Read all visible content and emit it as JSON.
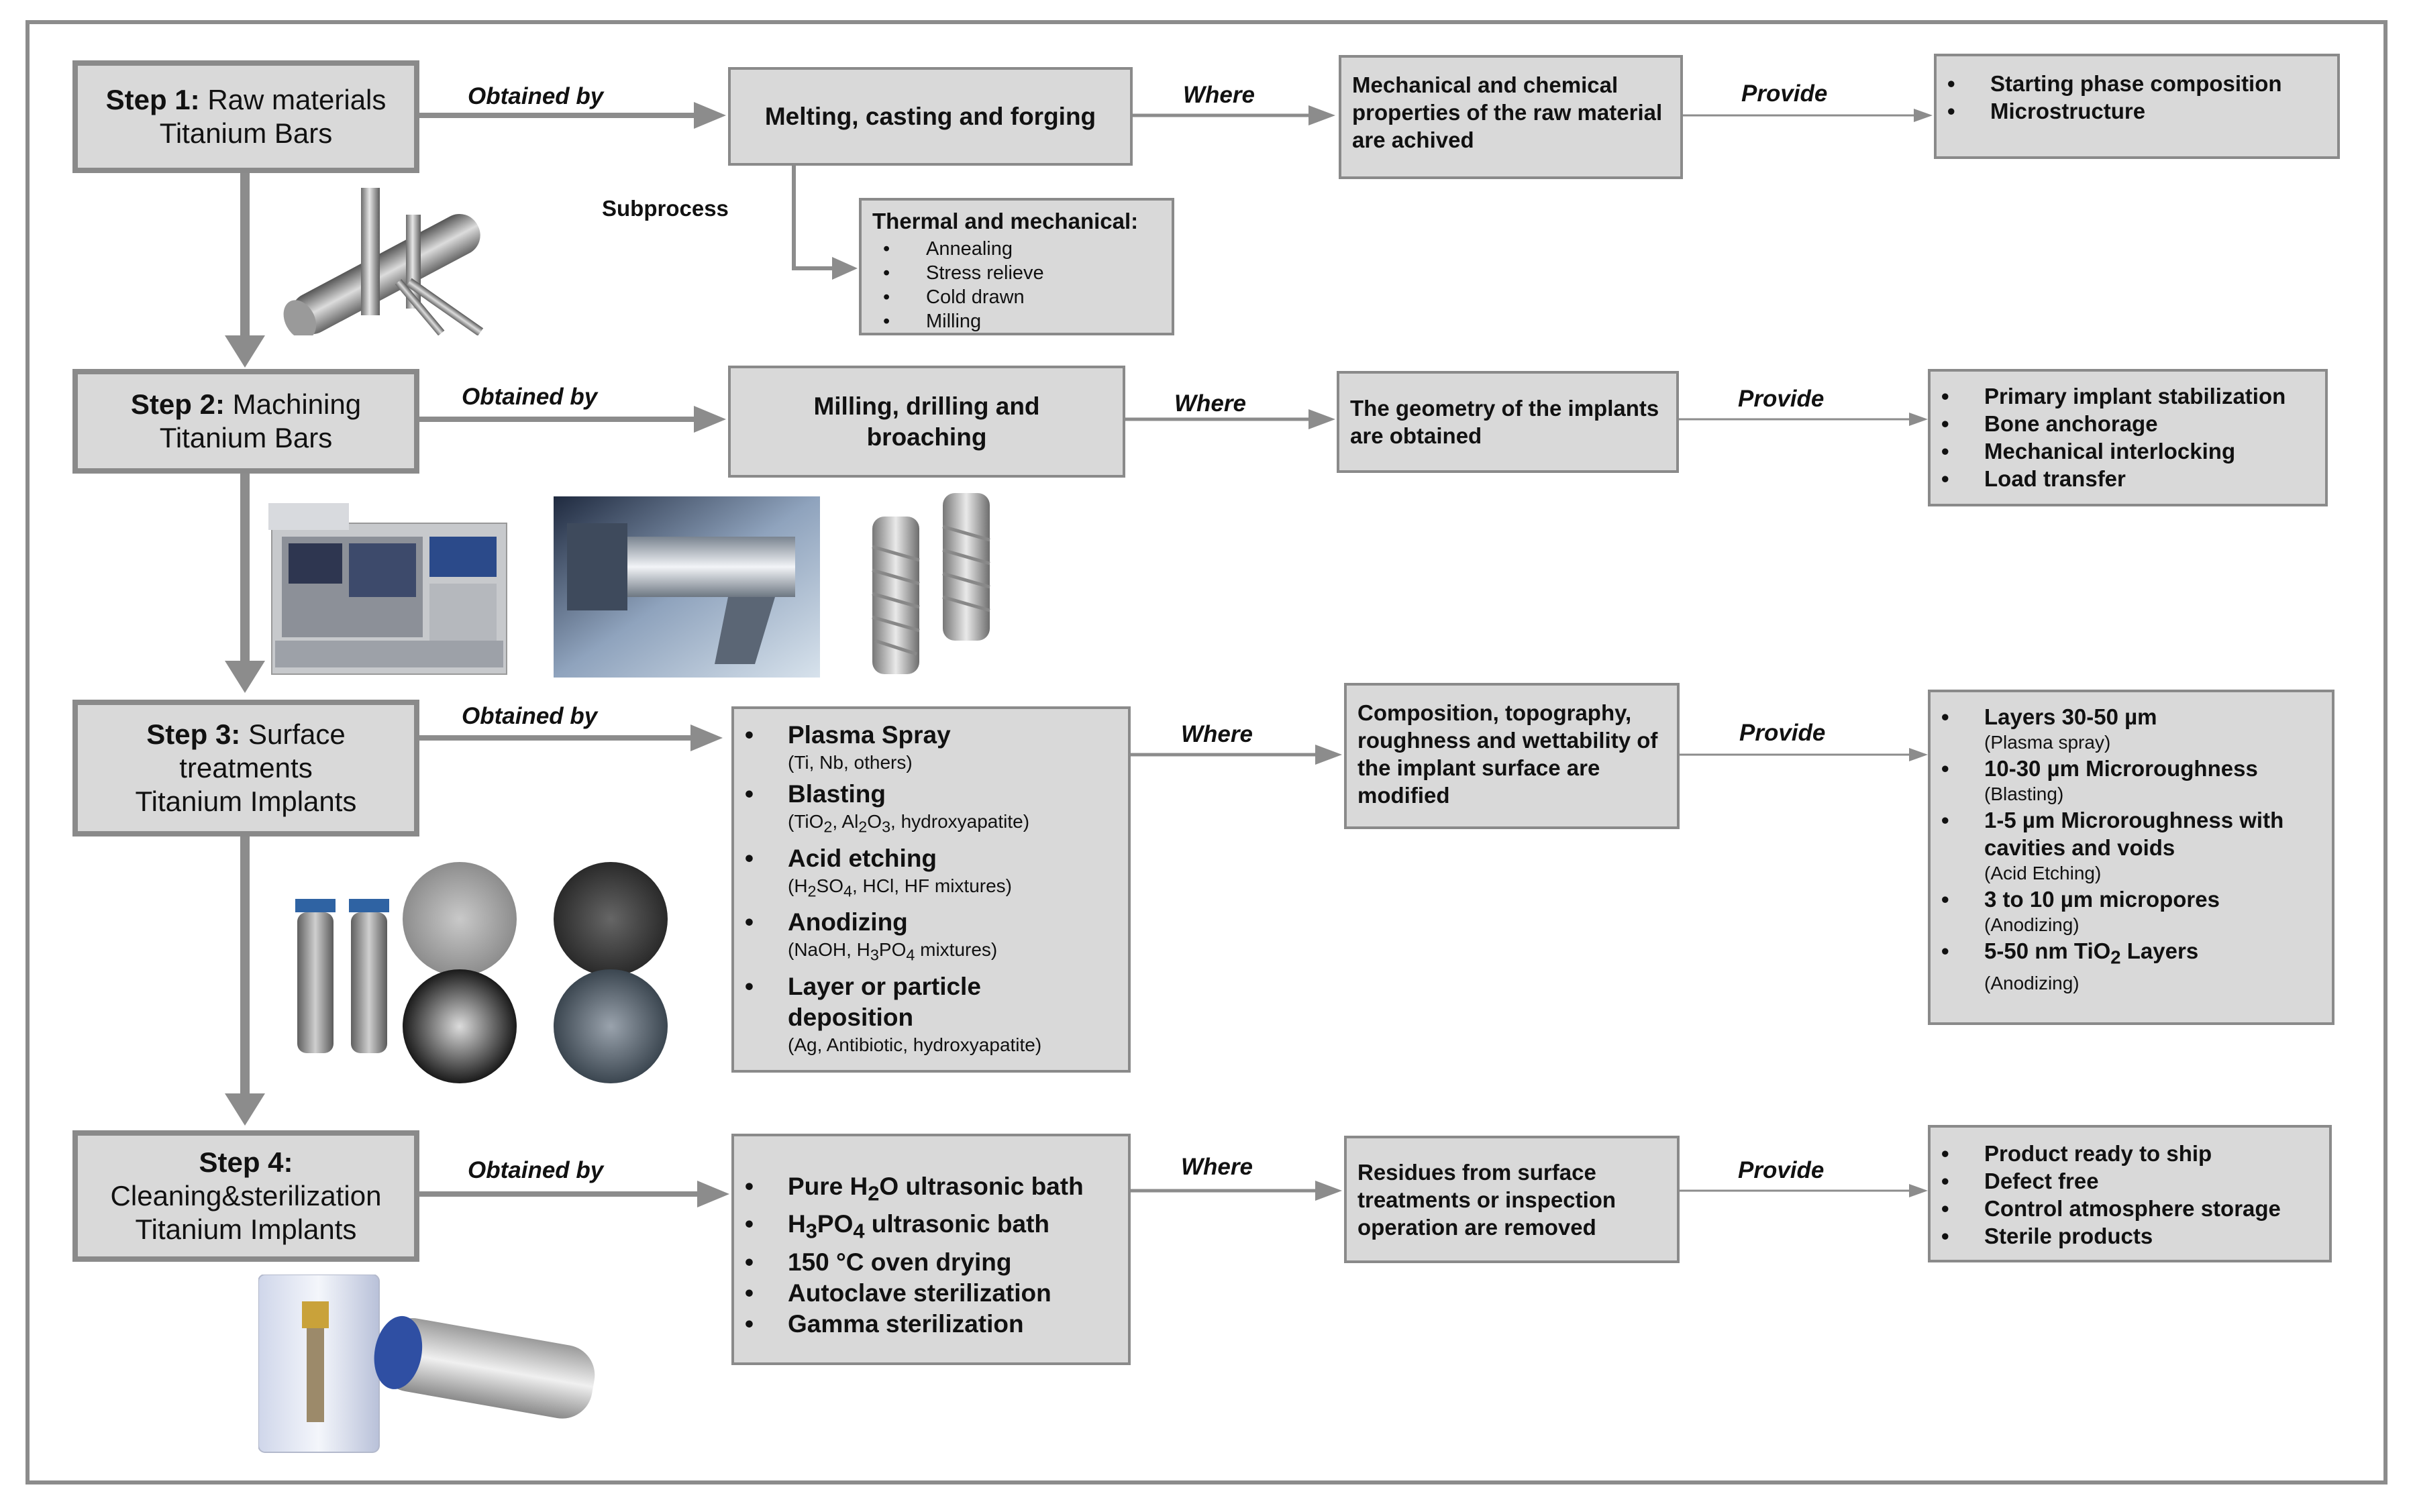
{
  "steps": [
    {
      "label": "Step 1:",
      "text": "Raw materials",
      "product": "Titanium Bars"
    },
    {
      "label": "Step 2:",
      "text": "Machining",
      "product": "Titanium Bars"
    },
    {
      "label": "Step 3:",
      "text": "Surface treatments",
      "product": "Titanium Implants"
    },
    {
      "label": "Step 4:",
      "text": "Cleaning&sterilization",
      "product": "Titanium Implants"
    }
  ],
  "connectors": {
    "obtained_by": "Obtained by",
    "where": "Where",
    "provide": "Provide",
    "subprocess": "Subprocess"
  },
  "step1": {
    "process": "Melting, casting and forging",
    "result": "Mechanical and chemical properties of the raw material are achived",
    "provides": [
      "Starting phase composition",
      "Microstructure"
    ],
    "subprocess": {
      "title": "Thermal and mechanical:",
      "items": [
        "Annealing",
        "Stress relieve",
        "Cold drawn",
        "Milling"
      ]
    }
  },
  "step2": {
    "process": "Milling, drilling and broaching",
    "result": "The geometry of the implants are obtained",
    "provides": [
      "Primary implant stabilization",
      "Bone anchorage",
      "Mechanical interlocking",
      "Load transfer"
    ]
  },
  "step3": {
    "processes": [
      {
        "name": "Plasma Spray",
        "detail": "(Ti, Nb, others)"
      },
      {
        "name": "Blasting",
        "detail": "(TiO2, Al2O3, hydroxyapatite)"
      },
      {
        "name": "Acid etching",
        "detail": "(H2SO4, HCl, HF mixtures)"
      },
      {
        "name": "Anodizing",
        "detail": "(NaOH, H3PO4 mixtures)"
      },
      {
        "name": "Layer or particle deposition",
        "detail": "(Ag, Antibiotic, hydroxyapatite)"
      }
    ],
    "result": "Composition, topography, roughness and wettability of the implant surface are modified",
    "provides": [
      {
        "text": "Layers 30-50 µm",
        "note": "(Plasma spray)"
      },
      {
        "text": "10-30 µm Microroughness",
        "note": "(Blasting)"
      },
      {
        "text": "1-5 µm Microroughness with cavities and voids",
        "note": "(Acid Etching)"
      },
      {
        "text": "3 to 10 µm micropores",
        "note": "(Anodizing)"
      },
      {
        "text": "5-50 nm TiO2 Layers",
        "note": "(Anodizing)"
      }
    ]
  },
  "step4": {
    "processes": [
      "Pure H2O ultrasonic bath",
      "H3PO4 ultrasonic bath",
      "150 °C oven drying",
      "Autoclave sterilization",
      "Gamma sterilization"
    ],
    "result": "Residues from surface treatments or inspection operation are removed",
    "provides": [
      "Product ready to ship",
      "Defect free",
      "Control atmosphere storage",
      "Sterile products"
    ]
  },
  "colors": {
    "box_fill": "#d9d9d9",
    "border": "#8a8a8a",
    "arrow": "#8c8c8c"
  }
}
